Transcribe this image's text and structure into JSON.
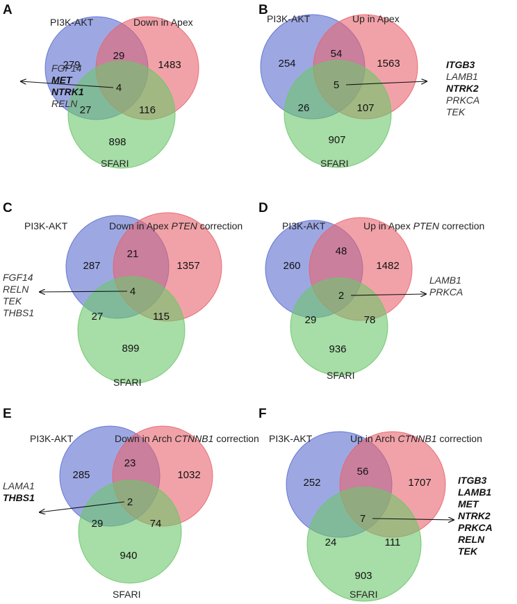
{
  "colors": {
    "set_a": "#5b6ed0",
    "set_b": "#e8646e",
    "set_c": "#6cc76a",
    "arrow": "#111111"
  },
  "panels": [
    {
      "letter": "A",
      "label_a": "PI3K-AKT",
      "label_b": "Down in Apex",
      "label_b_italic": "",
      "label_b_suffix": "",
      "label_c": "SFARI",
      "counts": {
        "a_only": "279",
        "ab": "29",
        "b_only": "1483",
        "abc": "4",
        "ac": "27",
        "bc": "116",
        "c_only": "898"
      },
      "arrow_dir": "left",
      "genes": [
        {
          "text": "FGF14",
          "bold": false
        },
        {
          "text": "MET",
          "bold": true
        },
        {
          "text": "NTRK1",
          "bold": true
        },
        {
          "text": "RELN",
          "bold": false
        }
      ]
    },
    {
      "letter": "B",
      "label_a": "PI3K-AKT",
      "label_b": "Up in Apex",
      "label_b_italic": "",
      "label_b_suffix": "",
      "label_c": "SFARI",
      "counts": {
        "a_only": "254",
        "ab": "54",
        "b_only": "1563",
        "abc": "5",
        "ac": "26",
        "bc": "107",
        "c_only": "907"
      },
      "arrow_dir": "right",
      "genes": [
        {
          "text": "ITGB3",
          "bold": true
        },
        {
          "text": "LAMB1",
          "bold": false
        },
        {
          "text": "NTRK2",
          "bold": true
        },
        {
          "text": "PRKCA",
          "bold": false
        },
        {
          "text": "TEK",
          "bold": false
        }
      ]
    },
    {
      "letter": "C",
      "label_a": "PI3K-AKT",
      "label_b": "Down in Apex ",
      "label_b_italic": "PTEN",
      "label_b_suffix": " correction",
      "label_c": "SFARI",
      "counts": {
        "a_only": "287",
        "ab": "21",
        "b_only": "1357",
        "abc": "4",
        "ac": "27",
        "bc": "115",
        "c_only": "899"
      },
      "arrow_dir": "left",
      "genes": [
        {
          "text": "FGF14",
          "bold": false
        },
        {
          "text": "RELN",
          "bold": false
        },
        {
          "text": "TEK",
          "bold": false
        },
        {
          "text": "THBS1",
          "bold": false
        }
      ]
    },
    {
      "letter": "D",
      "label_a": "PI3K-AKT",
      "label_b": "Up in Apex ",
      "label_b_italic": "PTEN",
      "label_b_suffix": " correction",
      "label_c": "SFARI",
      "counts": {
        "a_only": "260",
        "ab": "48",
        "b_only": "1482",
        "abc": "2",
        "ac": "29",
        "bc": "78",
        "c_only": "936"
      },
      "arrow_dir": "right",
      "genes": [
        {
          "text": "LAMB1",
          "bold": false
        },
        {
          "text": "PRKCA",
          "bold": false
        }
      ]
    },
    {
      "letter": "E",
      "label_a": "PI3K-AKT",
      "label_b": "Down in Arch ",
      "label_b_italic": "CTNNB1",
      "label_b_suffix": " correction",
      "label_c": "SFARI",
      "counts": {
        "a_only": "285",
        "ab": "23",
        "b_only": "1032",
        "abc": "2",
        "ac": "29",
        "bc": "74",
        "c_only": "940"
      },
      "arrow_dir": "left",
      "genes": [
        {
          "text": "LAMA1",
          "bold": false
        },
        {
          "text": "THBS1",
          "bold": true
        }
      ]
    },
    {
      "letter": "F",
      "label_a": "PI3K-AKT",
      "label_b": "Up in Arch ",
      "label_b_italic": "CTNNB1",
      "label_b_suffix": " correction",
      "label_c": "SFARI",
      "counts": {
        "a_only": "252",
        "ab": "56",
        "b_only": "1707",
        "abc": "7",
        "ac": "24",
        "bc": "111",
        "c_only": "903"
      },
      "arrow_dir": "right",
      "genes": [
        {
          "text": "ITGB3",
          "bold": true
        },
        {
          "text": "LAMB1",
          "bold": true
        },
        {
          "text": "MET",
          "bold": true
        },
        {
          "text": "NTRK2",
          "bold": true
        },
        {
          "text": "PRKCA",
          "bold": true
        },
        {
          "text": "RELN",
          "bold": true
        },
        {
          "text": "TEK",
          "bold": true
        }
      ]
    }
  ]
}
